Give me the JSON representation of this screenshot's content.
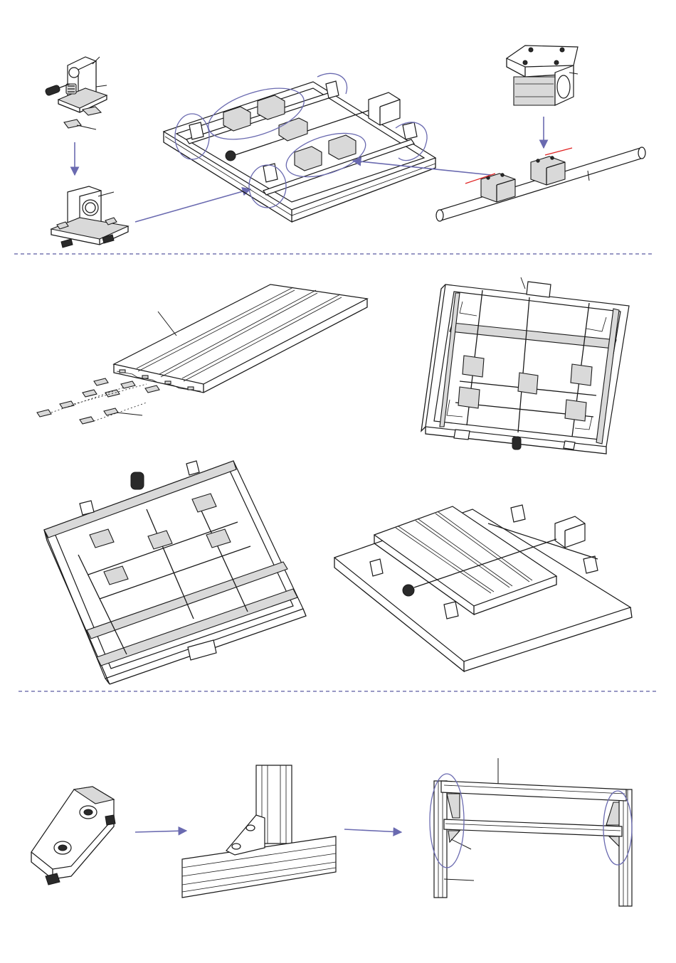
{
  "colors": {
    "line": "#1a1a1a",
    "arrow": "#6a6ab0",
    "highlight_ellipse": "#6a6ab0",
    "red_marker": "#e02020",
    "separator": "#5a5aa0",
    "background": "#ffffff"
  },
  "sections": [
    {
      "id": "rail-support-assembly",
      "steps": 3
    },
    {
      "id": "table-plate-mounting",
      "steps": 4
    },
    {
      "id": "corner-bracket-frame",
      "steps": 3
    }
  ],
  "icons": [
    "rail-support-block-icon",
    "hex-screw-icon",
    "t-nut-icon",
    "linear-bearing-block-icon",
    "corner-bracket-icon",
    "stepper-motor-icon",
    "lead-screw-icon"
  ]
}
